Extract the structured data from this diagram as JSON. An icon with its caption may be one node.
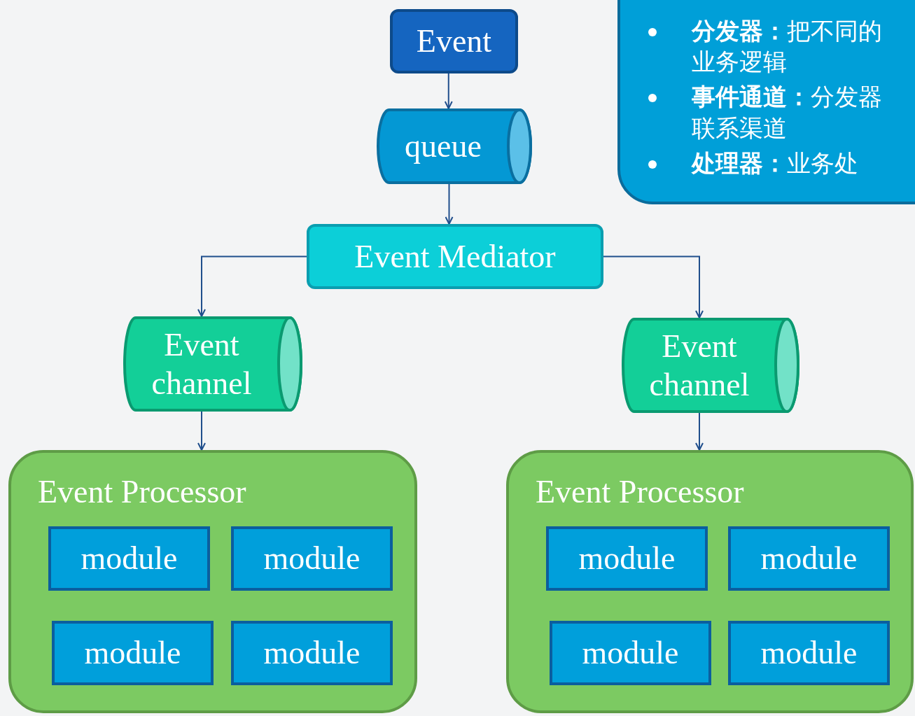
{
  "diagram": {
    "nodes": [
      {
        "text": [
          "Event"
        ]
      },
      {
        "text": [
          "queue"
        ]
      },
      {
        "text": [
          "Event Mediator"
        ]
      },
      {
        "text": [
          "Event channel"
        ]
      },
      {
        "text": [
          "Event channel"
        ]
      },
      {
        "text": [
          "Event Processor"
        ]
      },
      {
        "text": [
          "module"
        ],
        "in": 5
      },
      {
        "text": [
          "module"
        ],
        "in": 5
      },
      {
        "text": [
          "module"
        ],
        "in": 5
      },
      {
        "text": [
          "module"
        ],
        "in": 5
      },
      {
        "text": [
          "Event Processor"
        ]
      },
      {
        "text": [
          "module"
        ],
        "in": 10
      },
      {
        "text": [
          "module"
        ],
        "in": 10
      },
      {
        "text": [
          "module"
        ],
        "in": 10
      },
      {
        "text": [
          "module"
        ],
        "in": 10
      },
      {
        "text": [
          "**分发器：**把不同的业务逻辑",
          "**事件通道：**分发器联系渠道",
          "**处理器：**业务处"
        ]
      }
    ],
    "edges": [
      {
        "from": 0,
        "to": 1,
        "arrow": "to"
      },
      {
        "from": 1,
        "to": 2,
        "arrow": "to"
      },
      {
        "from": 2,
        "to": 3,
        "arrow": "to"
      },
      {
        "from": 2,
        "to": 4,
        "arrow": "to"
      },
      {
        "from": 3,
        "to": 5,
        "arrow": "to"
      },
      {
        "from": 4,
        "to": 10,
        "arrow": "to"
      }
    ]
  }
}
